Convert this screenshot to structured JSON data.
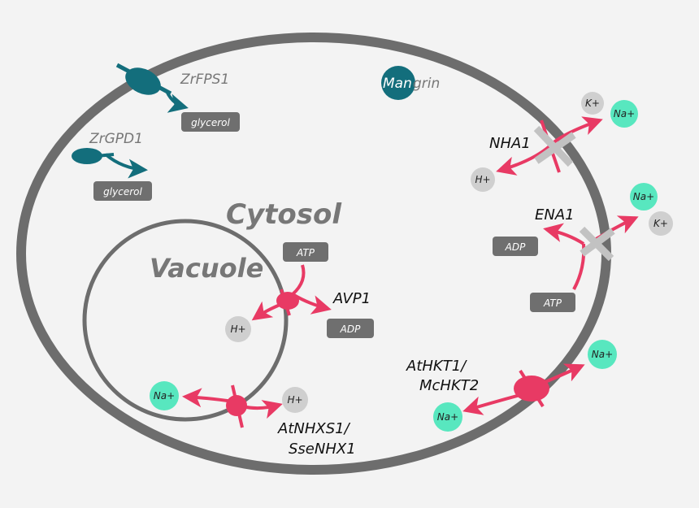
{
  "labels": {
    "cytosol": "Cytosol",
    "vacuole": "Vacuole",
    "zrfps1": "ZrFPS1",
    "zrgpd1": "ZrGPD1",
    "mangrin_a": "Man",
    "mangrin_b": "grin",
    "nha1": "NHA1",
    "ena1": "ENA1",
    "avp1": "AVP1",
    "athkt1_l1": "AtHKT1/",
    "athkt1_l2": "McHKT2",
    "atnhxs1_l1": "AtNHXS1/",
    "atnhxs1_l2": "SseNHX1"
  },
  "pills": {
    "glycerol_1": "glycerol",
    "glycerol_2": "glycerol",
    "atp_avp1": "ATP",
    "adp_avp1": "ADP",
    "adp_ena1": "ADP",
    "atp_ena1": "ATP"
  },
  "ions": {
    "kplus_nha1": "K+",
    "naplus_nha1": "Na+",
    "hplus_nha1": "H+",
    "naplus_ena1": "Na+",
    "kplus_ena1": "K+",
    "hplus_avp1": "H+",
    "naplus_nhx": "Na+",
    "hplus_nhx": "H+",
    "naplus_hkt_out": "Na+",
    "naplus_hkt_in": "Na+"
  },
  "colors": {
    "background": "#f3f3f3",
    "membrane": "#6d6d6d",
    "transporter_pink": "#e83a64",
    "transporter_teal": "#136e7c",
    "ion_green": "#58e7bf",
    "ion_grey": "#cfcfcf",
    "pill_grey": "#6f6f6f",
    "label_grey": "#777777"
  }
}
